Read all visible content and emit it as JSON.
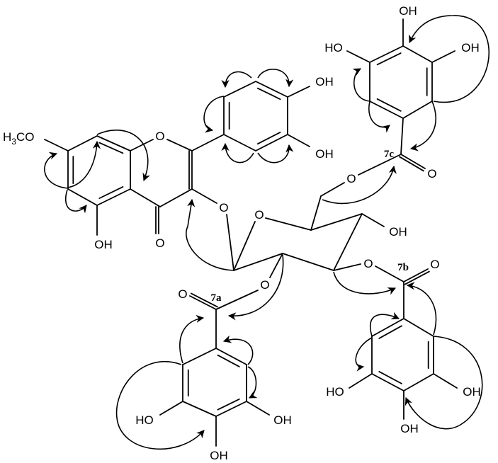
{
  "diagram": {
    "type": "chemical-structure-hmbc",
    "labels": {
      "methoxy": {
        "h": "H",
        "sub": "3",
        "rest": "CO"
      },
      "a_ring_oh": "OH",
      "c4_carbonyl_o": "O",
      "ring_c_o": "O",
      "b_ring_oh_upper": "OH",
      "b_ring_oh_lower": "OH",
      "glycosidic_o": "O",
      "sugar_ring_o": "O",
      "sugar_oh": "OH",
      "ester_o_7c": "O",
      "carbonyl_o_7c": "O",
      "ester_o_7b": "O",
      "carbonyl_o_7b": "O",
      "ester_o_7a": "O",
      "carbonyl_o_7a": "O",
      "galloyl_c_oh_top": "OH",
      "galloyl_c_oh_left": "HO",
      "galloyl_c_oh_right": "OH",
      "galloyl_b_oh_left": "HO",
      "galloyl_b_oh_right": "OH",
      "galloyl_b_oh_bottom": "OH",
      "galloyl_a_oh_left": "HO",
      "galloyl_a_oh_right": "OH",
      "galloyl_a_oh_bottom": "OH",
      "pos_7a": "7a",
      "pos_7b": "7b",
      "pos_7c": "7c"
    }
  }
}
